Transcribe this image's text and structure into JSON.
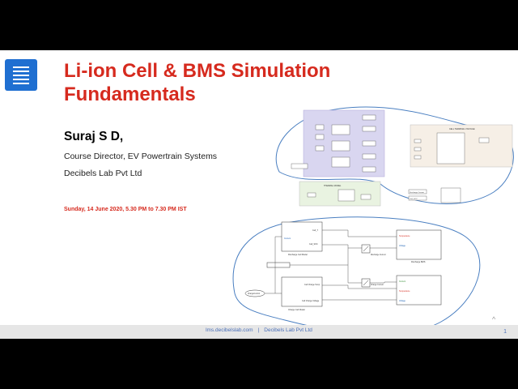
{
  "slide": {
    "title": "Li-ion Cell & BMS Simulation Fundamentals",
    "presenter": "Suraj S D,",
    "role": "Course Director, EV Powertrain Systems",
    "organization": "Decibels Lab Pvt Ltd",
    "date": "Sunday, 14 June 2020, 5.30 PM to 7.30 PM IST",
    "page_number": "1"
  },
  "footer": {
    "website": "lms.decibelslab.com",
    "separator": "|",
    "company": "Decibels Lab Pvt Ltd"
  },
  "diagram": {
    "labels": {
      "current": "Current",
      "cell_t": "Cell_T",
      "cell_soc": "Cell_SOC",
      "discharge_cell_model": "Discharge Cell Model",
      "discharge_current": "Discharge Current",
      "discharge_bms": "Discharge BMS",
      "charge_cell_model": "Charge Cell Model",
      "cell_charge_temp": "Cell Charge Temp",
      "cell_charge_voltage": "Cell Charge Voltage",
      "charge_current": "Charge Current",
      "charge_control": "ChargeControl",
      "temperature": "Temperature",
      "voltage": "Voltage",
      "thermal_model": "THERMAL MODEL",
      "discharge_current_small": "Discharge Current",
      "cell_soc_small": "Cell_SOC",
      "cell_terminal_voltage": "CELL TERMINAL VOLTAGE"
    },
    "colors": {
      "outline": "#4a7fc1",
      "accent_red": "#d62a1e",
      "brand_blue": "#1f6fd1"
    }
  }
}
